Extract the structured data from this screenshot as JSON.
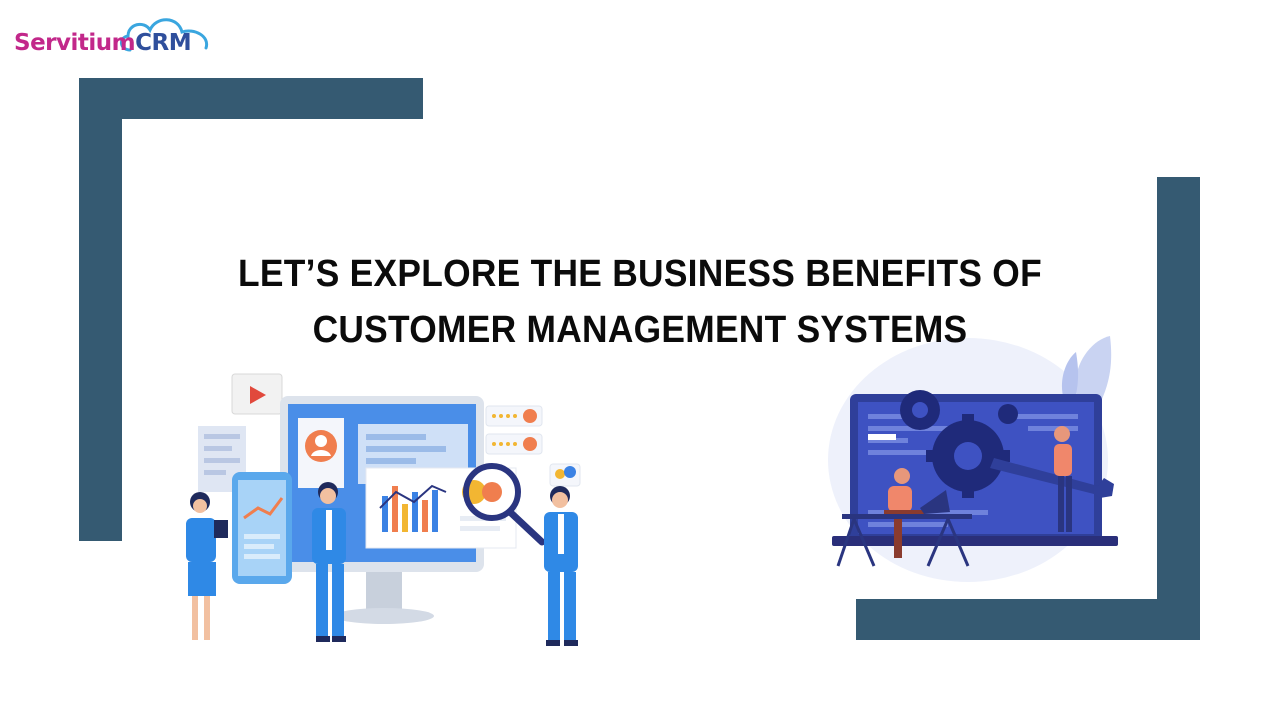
{
  "brand": {
    "name_part1": "Servitium",
    "name_part2": "CRM"
  },
  "title": {
    "line1": "LET’S EXPLORE THE BUSINESS BENEFITS OF",
    "line2": "CUSTOMER MANAGEMENT SYSTEMS"
  },
  "colors": {
    "frame": "#355a72",
    "brand_pink": "#c2288a",
    "brand_blue": "#2f4f9c"
  },
  "icons": {
    "left_illustration": "crm-team-dashboard-illustration",
    "right_illustration": "developers-gears-laptop-illustration"
  }
}
